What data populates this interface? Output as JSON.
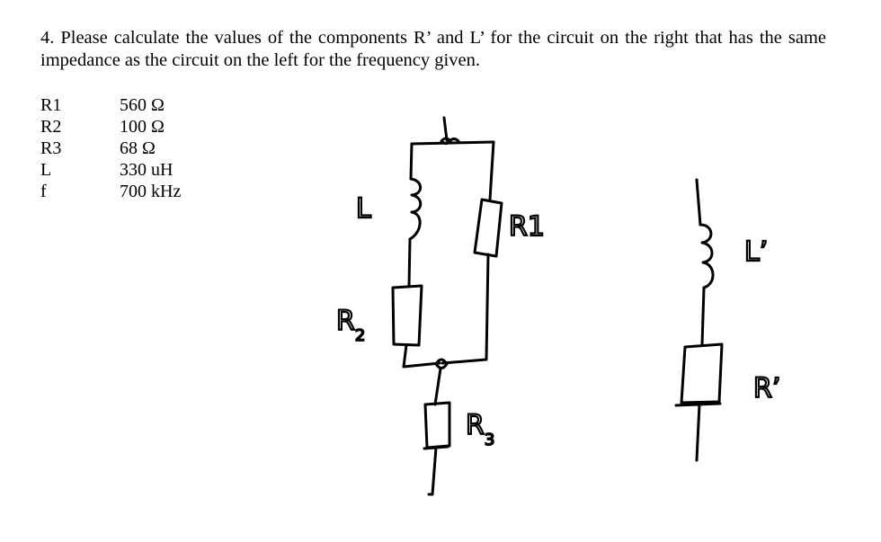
{
  "question": {
    "text": "4. Please calculate the values of the components R’ and L’ for the circuit on the right that has the same impedance as the circuit on the left for the frequency given."
  },
  "components": [
    {
      "symbol": "R1",
      "value": "560 Ω"
    },
    {
      "symbol": "R2",
      "value": "100 Ω"
    },
    {
      "symbol": "R3",
      "value": "68 Ω"
    },
    {
      "symbol": "L",
      "value": "330 uH"
    },
    {
      "symbol": "f",
      "value": "700 kHz"
    }
  ],
  "left_circuit": {
    "inductor_label": "L",
    "r1_label": "R1",
    "r2_label": "R",
    "r2_sub": "2",
    "r3_label": "R",
    "r3_sub": "3"
  },
  "right_circuit": {
    "inductor_label": "L’",
    "resistor_label": "R’"
  }
}
